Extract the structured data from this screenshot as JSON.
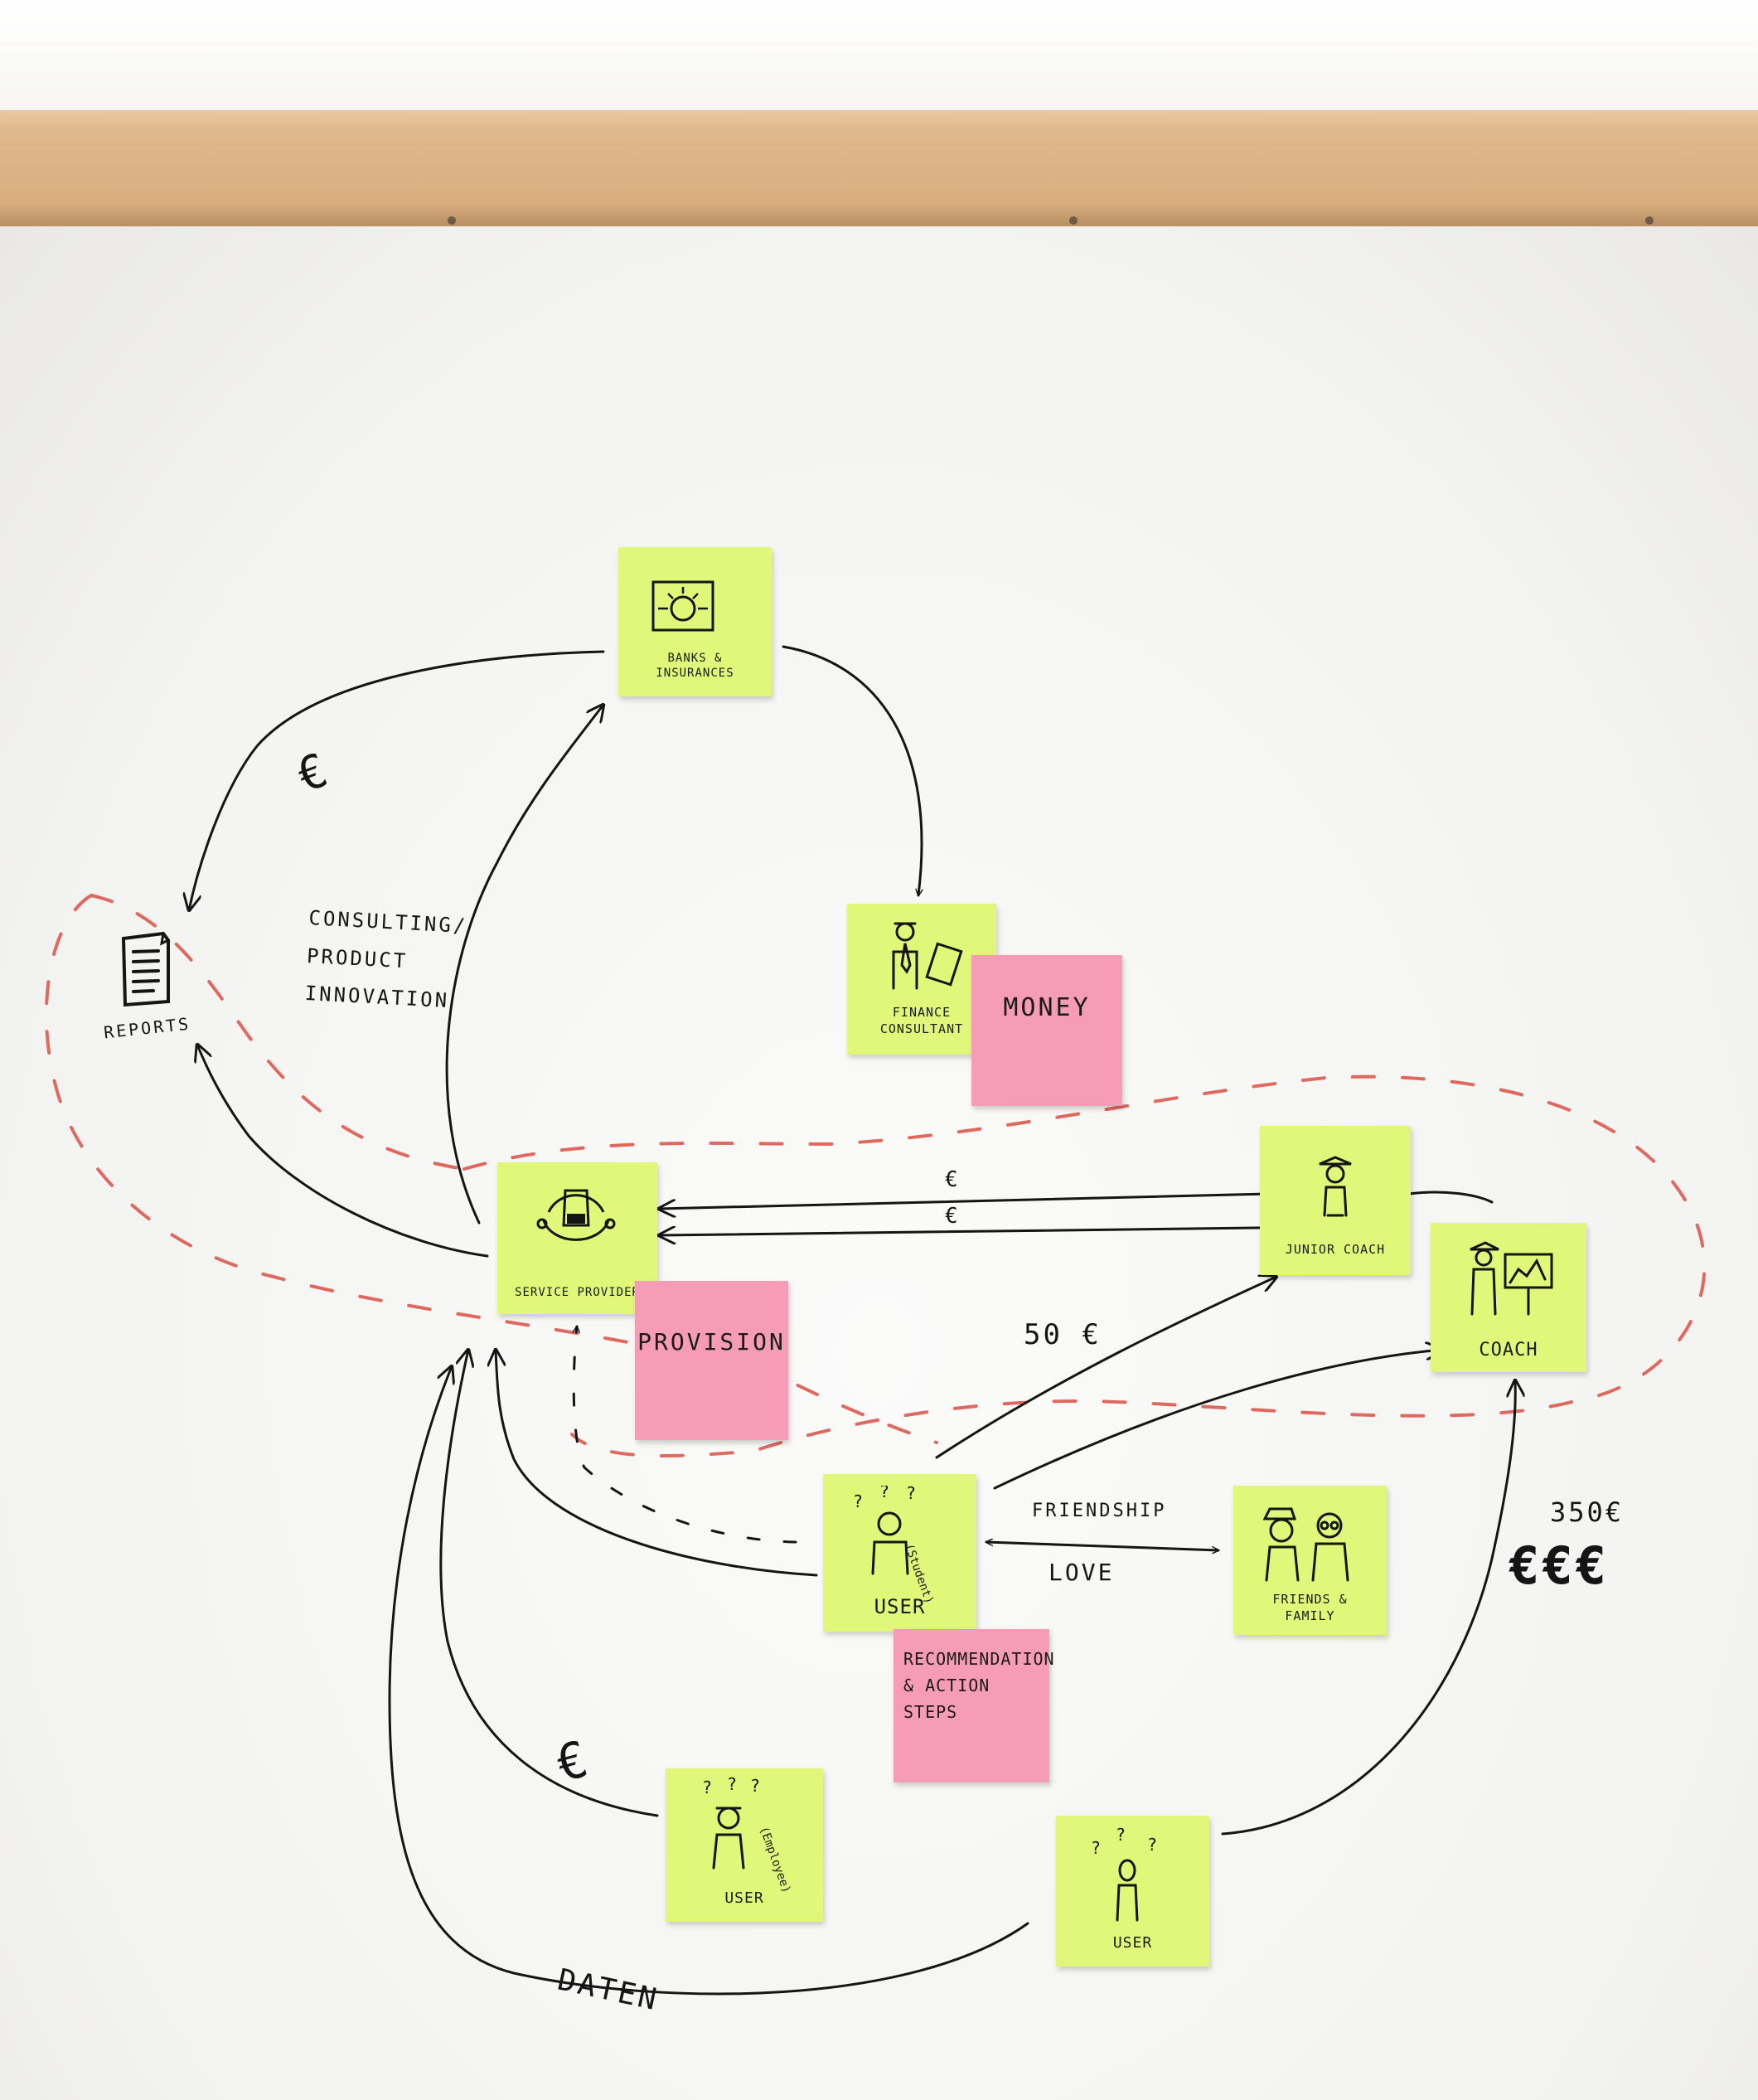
{
  "notes": {
    "banks": {
      "label": "Banks &\ninsurances",
      "icon": "bank-icon"
    },
    "finance": {
      "label": "Finance\nconsultant",
      "icon": "finance-consultant-icon"
    },
    "money": {
      "label": "Money"
    },
    "service": {
      "label": "Service Provider",
      "icon": "service-provider-icon"
    },
    "provision": {
      "label": "Provision"
    },
    "junior_coach": {
      "label": "Junior coach",
      "icon": "junior-coach-icon"
    },
    "coach": {
      "label": "Coach",
      "icon": "coach-icon"
    },
    "user_student": {
      "label": "User",
      "tag": "(Student)",
      "icon": "student-user-icon"
    },
    "friends": {
      "label": "Friends &\nfamily",
      "icon": "friends-family-icon"
    },
    "recommendation": {
      "label": "Recommendation\n& Action\nsteps"
    },
    "user_employee": {
      "label": "User",
      "tag": "(Employee)",
      "icon": "employee-user-icon"
    },
    "user_bottom": {
      "label": "User",
      "icon": "user-icon"
    }
  },
  "reports": {
    "label": "Reports",
    "icon": "report-document-icon"
  },
  "annotations": {
    "euro_top": "€",
    "consulting": "Consulting/\nProduct\ninnovation",
    "euro_arrow_1": "€",
    "euro_arrow_2": "€",
    "fifty": "50 €",
    "friendship": "Friendship",
    "love": "Love",
    "three_fifty": "350€",
    "euros": "€€€",
    "euro_bottom": "€",
    "daten": "Daten"
  },
  "colors": {
    "sticky_green": "#e0f779",
    "sticky_pink": "#f79cb7",
    "dashed_red": "#e0695f",
    "ink": "#151515"
  }
}
